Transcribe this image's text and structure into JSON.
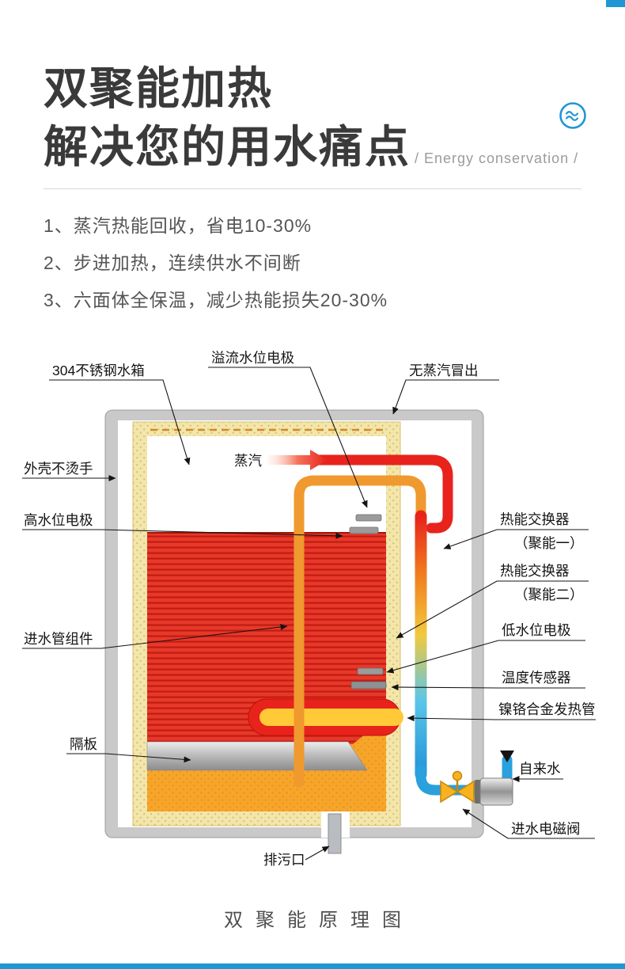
{
  "page": {
    "title_line1": "双聚能加热",
    "title_line2": "解决您的用水痛点",
    "subtitle_en": "/  Energy conservation  /",
    "features": [
      "1、蒸汽热能回收，省电10-30%",
      "2、步进加热，连续供水不间断",
      "3、六面体全保温，减少热能损失20-30%"
    ],
    "caption": "双聚能原理图",
    "accent_blue": "#2196d3"
  },
  "diagram": {
    "labels": {
      "tank": "304不锈钢水箱",
      "overflow_electrode": "溢流水位电极",
      "no_steam": "无蒸汽冒出",
      "shell": "外壳不烫手",
      "high_electrode": "高水位电极",
      "inlet_pipe": "进水管组件",
      "partition": "隔板",
      "steam": "蒸汽",
      "hx1_line1": "热能交换器",
      "hx1_line2": "（聚能一）",
      "hx2_line1": "热能交换器",
      "hx2_line2": "（聚能二）",
      "low_electrode": "低水位电极",
      "temp_sensor": "温度传感器",
      "heating_tube": "镍铬合金发热管",
      "tap_water": "自来水",
      "solenoid_valve": "进水电磁阀",
      "drain": "排污口"
    }
  }
}
